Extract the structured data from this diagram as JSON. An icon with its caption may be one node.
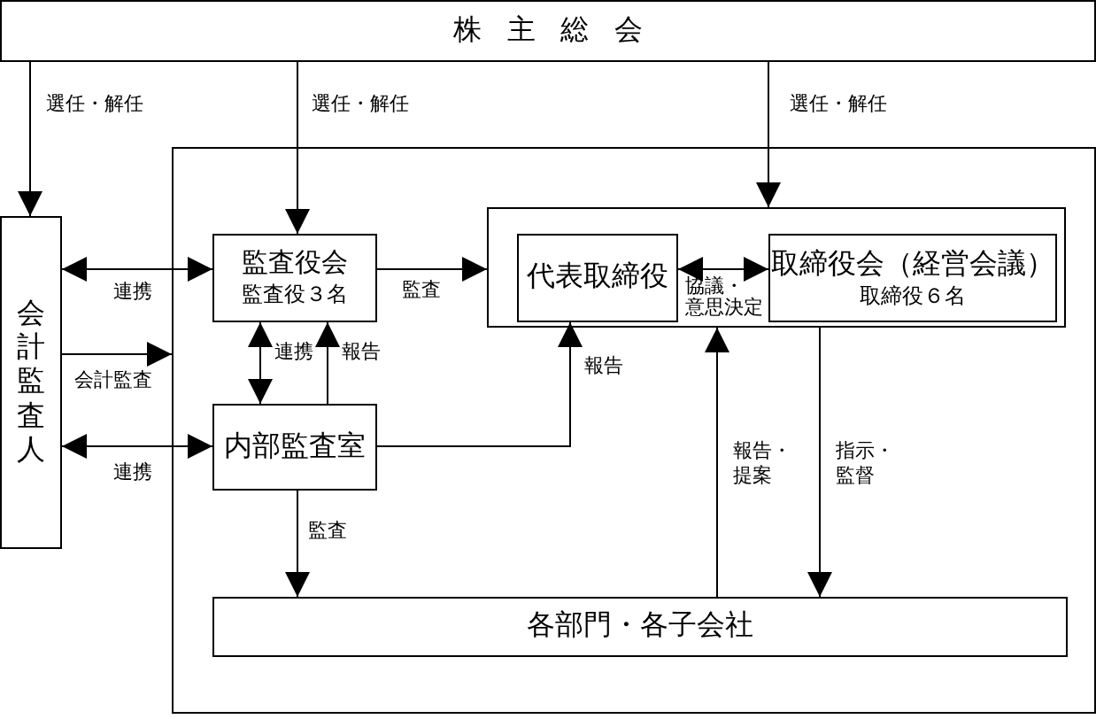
{
  "diagram": {
    "nodes": [
      {
        "text": [
          "株主総会"
        ]
      },
      {
        "text": [],
        "shape": "box"
      },
      {
        "text": [
          "会計監査人"
        ]
      },
      {
        "text": [
          "監査役会",
          "監査役３名"
        ],
        "in": 1
      },
      {
        "text": [],
        "shape": "box",
        "in": 1
      },
      {
        "text": [
          "代表取締役"
        ],
        "in": 4
      },
      {
        "text": [
          "取締役会（経営会議）",
          "取締役６名"
        ],
        "in": 4
      },
      {
        "text": [
          "内部監査室"
        ],
        "in": 1
      },
      {
        "text": [
          "各部門・各子会社"
        ],
        "in": 1
      }
    ],
    "edges": [
      {
        "from": 0,
        "to": 2,
        "arrow": "to",
        "label": "選任・解任"
      },
      {
        "from": 0,
        "to": 3,
        "arrow": "to",
        "label": "選任・解任"
      },
      {
        "from": 0,
        "to": 4,
        "arrow": "to",
        "label": "選任・解任"
      },
      {
        "from": 2,
        "to": 3,
        "arrow": "both",
        "label": "連携"
      },
      {
        "from": 2,
        "to": 1,
        "arrow": "to",
        "label": "会計監査"
      },
      {
        "from": 2,
        "to": 7,
        "arrow": "both",
        "label": "連携"
      },
      {
        "from": 3,
        "to": 4,
        "arrow": "to",
        "label": "監査"
      },
      {
        "from": 5,
        "to": 6,
        "arrow": "both",
        "label": "協議・意思決定"
      },
      {
        "from": 3,
        "to": 7,
        "arrow": "both",
        "label": "連携"
      },
      {
        "from": 7,
        "to": 3,
        "arrow": "to",
        "label": "報告"
      },
      {
        "from": 7,
        "to": 5,
        "arrow": "to",
        "label": "報告"
      },
      {
        "from": 8,
        "to": 4,
        "arrow": "to",
        "label": "報告・提案"
      },
      {
        "from": 4,
        "to": 8,
        "arrow": "to",
        "label": "指示・監督"
      },
      {
        "from": 7,
        "to": 8,
        "arrow": "to",
        "label": "監査"
      }
    ]
  }
}
